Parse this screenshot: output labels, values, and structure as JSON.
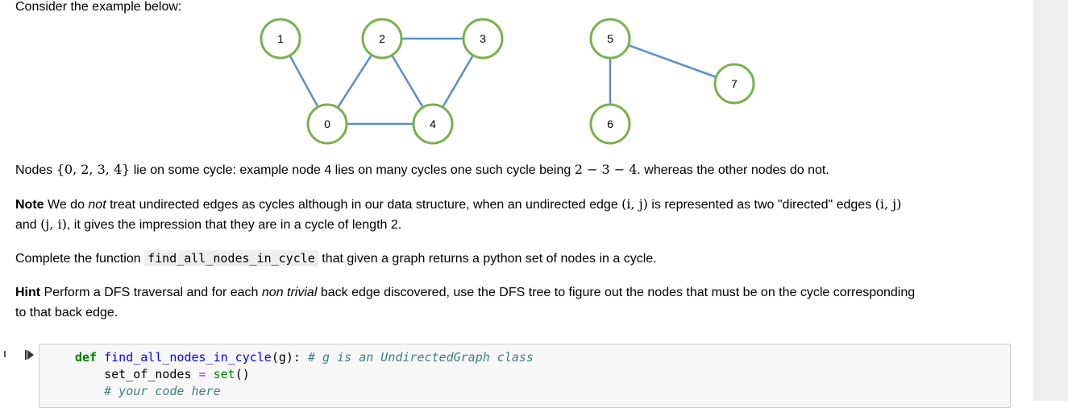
{
  "intro": "Consider the example below:",
  "graph": {
    "nodes": [
      {
        "id": "1",
        "label": "1"
      },
      {
        "id": "2",
        "label": "2"
      },
      {
        "id": "3",
        "label": "3"
      },
      {
        "id": "5",
        "label": "5"
      },
      {
        "id": "7",
        "label": "7"
      },
      {
        "id": "0",
        "label": "0"
      },
      {
        "id": "4",
        "label": "4"
      },
      {
        "id": "6",
        "label": "6"
      }
    ],
    "edges": [
      [
        "1",
        "0"
      ],
      [
        "0",
        "2"
      ],
      [
        "0",
        "4"
      ],
      [
        "2",
        "3"
      ],
      [
        "2",
        "4"
      ],
      [
        "3",
        "4"
      ],
      [
        "5",
        "6"
      ],
      [
        "5",
        "7"
      ]
    ],
    "colors": {
      "node_stroke": "#7ab04d",
      "edge": "#5b8fc7",
      "node_fill": "#ffffff"
    }
  },
  "p1": {
    "prefix": "Nodes ",
    "set": "{0, 2, 3, 4}",
    "middle": " lie on some cycle: example node 4 lies on many cycles one such cycle being ",
    "cycle": "2 − 3 − 4",
    "suffix": ". whereas the other nodes do not."
  },
  "p2": {
    "bold": "Note",
    "t1": " We do ",
    "em": "not",
    "t2": " treat undirected edges as cycles although in our data structure, when an undirected edge ",
    "m1": "(i, j)",
    "t3": " is represented as two \"directed\" edges ",
    "m2": "(i, j)",
    "t4": "and ",
    "m3": "(j, i)",
    "t5": ", it gives the impression that they are in a cycle of length 2."
  },
  "p3": {
    "t1": "Complete the function ",
    "code": "find_all_nodes_in_cycle",
    "t2": " that given a graph returns a python set of nodes in a cycle."
  },
  "p4": {
    "bold": "Hint",
    "t1": " Perform a DFS traversal and for each ",
    "em": "non trivial",
    "t2": " back edge discovered, use the DFS tree to figure out the nodes that must be on the cycle corresponding",
    "t3": "to that back edge."
  },
  "code": {
    "l1_kw": "def",
    "l1_fn": "find_all_nodes_in_cycle",
    "l1_args": "(g): ",
    "l1_cm": "# g is an UndirectedGraph class",
    "l2_var": "    set_of_nodes ",
    "l2_op": "=",
    "l2_sp": " ",
    "l2_bi": "set",
    "l2_end": "()",
    "l3_cm": "    # your code here"
  }
}
